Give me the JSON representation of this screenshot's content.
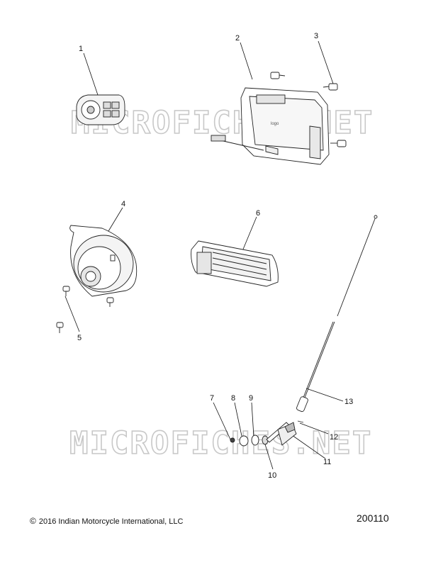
{
  "watermark": "MICROFICHES.NET",
  "callouts": [
    "1",
    "2",
    "3",
    "4",
    "5",
    "6",
    "7",
    "8",
    "9",
    "10",
    "11",
    "12",
    "13"
  ],
  "footer": {
    "copyright_symbol": "©",
    "copyright_text": "2016 Indian Motorcycle International, LLC",
    "drawing_number": "200110"
  },
  "icons": {
    "switch": "control-switch-icon",
    "module": "audio-module-icon",
    "speaker": "speaker-icon",
    "grille": "speaker-grille-icon",
    "antenna": "antenna-icon"
  }
}
